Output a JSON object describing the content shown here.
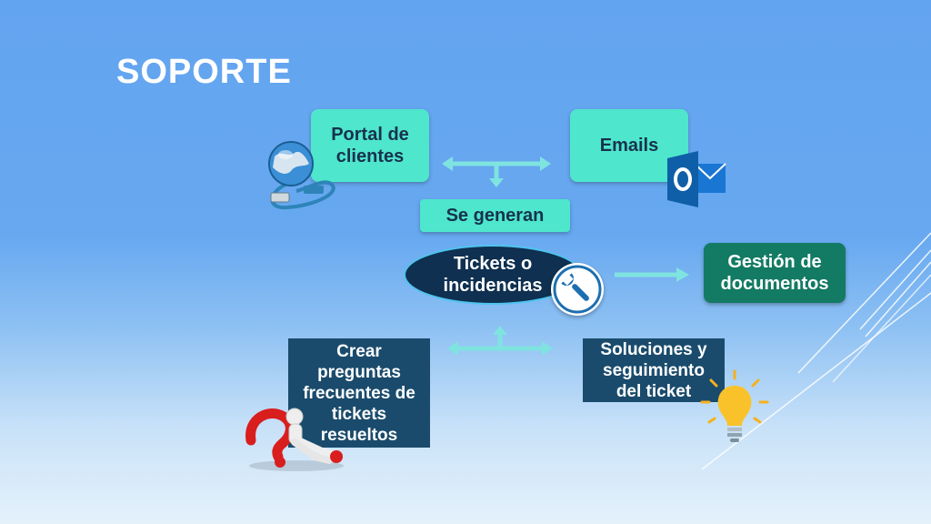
{
  "slide": {
    "title": "SOPORTE"
  },
  "diagram": {
    "portal": "Portal de clientes",
    "emails": "Emails",
    "se_generan": "Se generan",
    "tickets": "Tickets o incidencias",
    "gestion": "Gestión de documentos",
    "crear": "Crear preguntas frecuentes de tickets resueltos",
    "soluciones": "Soluciones y seguimiento del ticket"
  },
  "icons": {
    "globe": "globe-network-icon",
    "outlook": "outlook-icon",
    "wrench": "wrench-icon",
    "bulb": "lightbulb-icon",
    "question": "question-figure-icon"
  },
  "colors": {
    "teal_box": "#4ee6cc",
    "green_box": "#137a63",
    "navy_box": "#1a4b6c",
    "arrow": "#7fe3e0"
  }
}
